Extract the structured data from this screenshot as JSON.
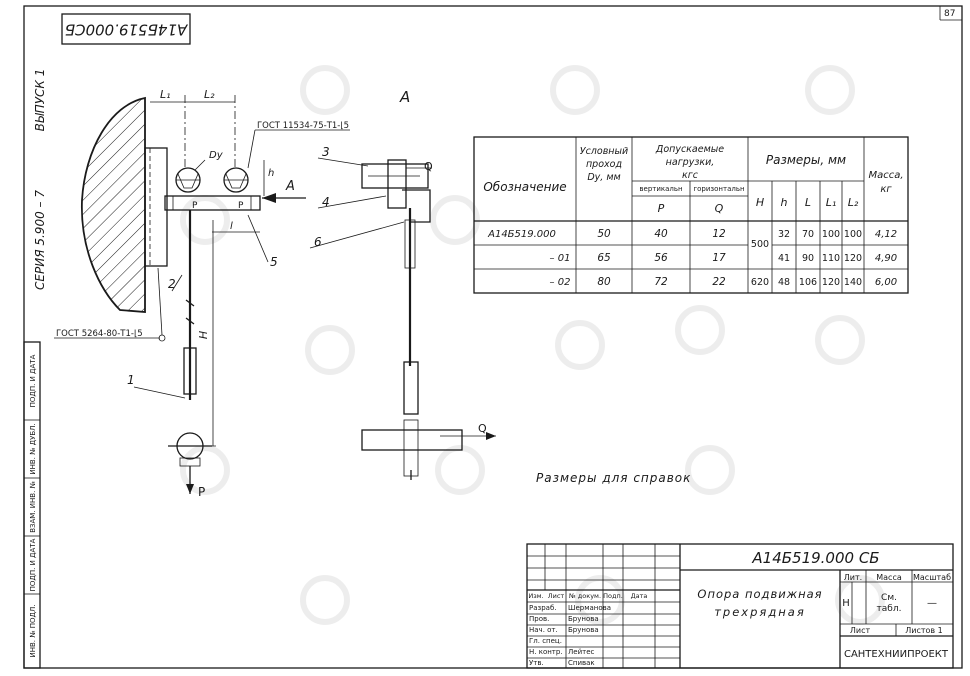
{
  "page_number": "87",
  "stamp_code": "А14Б519.000СБ",
  "margin": {
    "issue": "ВЫПУСК 1",
    "series": "СЕРИЯ   5.900 – 7"
  },
  "left_strip": [
    "ИНВ. № ПОДЛ.",
    "ПОДП. И ДАТА",
    "ВЗАМ. ИНВ. №",
    "ИНВ. № ДУБЛ.",
    "ПОДП. И ДАТА"
  ],
  "view_label": "А",
  "drawing": {
    "dims": {
      "l1": "L₁",
      "l2": "L₂",
      "dy": "Dу",
      "h": "h",
      "H": "H",
      "l": "l"
    },
    "gost_top": "ГОСТ 11534-75-Т1-⌊5",
    "gost_left": "ГОСТ 5264-80-Т1-⌊5",
    "arrow_a": "А",
    "p": "P",
    "q": "Q",
    "callouts": {
      "c1": "1",
      "c2": "2",
      "c3": "3",
      "c4": "4",
      "c5": "5",
      "c6": "6"
    }
  },
  "table": {
    "h_designation": "Обозначение",
    "h_bore": "Условный проход Dу, мм",
    "h_loads": "Допускаемые нагрузки, кгс",
    "h_vert": "вертикальн",
    "h_horiz": "горизонтальн",
    "h_p": "P",
    "h_q": "Q",
    "h_sizes": "Размеры, мм",
    "h_H": "H",
    "h_h": "h",
    "h_L": "L",
    "h_L1": "L₁",
    "h_L2": "L₂",
    "h_mass": "Масса, кг",
    "H_merged": [
      "500",
      "620"
    ],
    "rows": [
      {
        "designation": "А14Б519.000",
        "dy": "50",
        "p": "40",
        "q": "12",
        "h": "32",
        "l": "70",
        "l1": "100",
        "l2": "100",
        "mass": "4,12"
      },
      {
        "designation": "– 01",
        "dy": "65",
        "p": "56",
        "q": "17",
        "h": "41",
        "l": "90",
        "l1": "110",
        "l2": "120",
        "mass": "4,90"
      },
      {
        "designation": "– 02",
        "dy": "80",
        "p": "72",
        "q": "22",
        "h": "48",
        "l": "106",
        "l1": "120",
        "l2": "140",
        "mass": "6,00"
      }
    ]
  },
  "note": "Размеры для справок",
  "title_block": {
    "code": "А14Б519.000 СБ",
    "title_1": "Опора подвижная",
    "title_2": "трехрядная",
    "col_heads": [
      "Изм.",
      "Лист",
      "№ докум.",
      "Подп.",
      "Дата"
    ],
    "roles": [
      {
        "role": "Разраб.",
        "name": "Шерманова"
      },
      {
        "role": "Пров.",
        "name": "Брунова"
      },
      {
        "role": "Нач. от.",
        "name": "Брунова"
      },
      {
        "role": "Гл. спец.",
        "name": ""
      },
      {
        "role": "Н. контр.",
        "name": "Лейтес"
      },
      {
        "role": "Утв.",
        "name": "Спивак"
      }
    ],
    "h_lit": "Лит.",
    "h_mass": "Масса",
    "h_scale": "Масштаб",
    "lit_value": "Н",
    "mass_value": "См. табл.",
    "scale_value": "—",
    "sheet_label": "Лист",
    "sheets_label": "Листов 1",
    "org": "САНТЕХНИИПРОЕКТ"
  }
}
